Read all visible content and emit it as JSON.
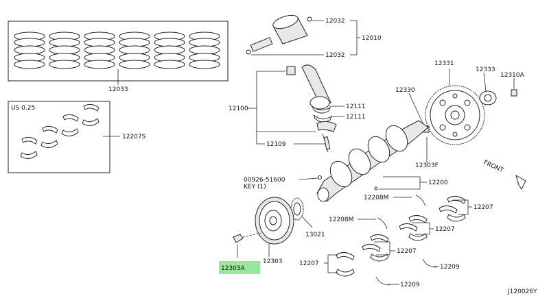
{
  "diagram": {
    "parts": {
      "rings": "12033",
      "bearings_us": "12207S",
      "undersize": "US 0.25",
      "piston": "12010",
      "pin_clip": "12032",
      "rod": "12100",
      "rod_bearing": "12111",
      "rod_bolt": "12109",
      "flywheel": "12331",
      "dowel": "12330",
      "plate": "12333",
      "flywheel_bolt": "12310A",
      "crank_pulley_bolt": "12303F",
      "key_part": "00926-51600",
      "key_label": "KEY (1)",
      "crankshaft": "12200",
      "thrust_washer": "12208M",
      "main_bearing": "12207",
      "thrust_bearing": "12209",
      "sprocket": "13021",
      "pulley": "12303",
      "pulley_bolt": "12303A"
    },
    "front_label": "FRONT",
    "diagram_code": "J120026Y"
  }
}
